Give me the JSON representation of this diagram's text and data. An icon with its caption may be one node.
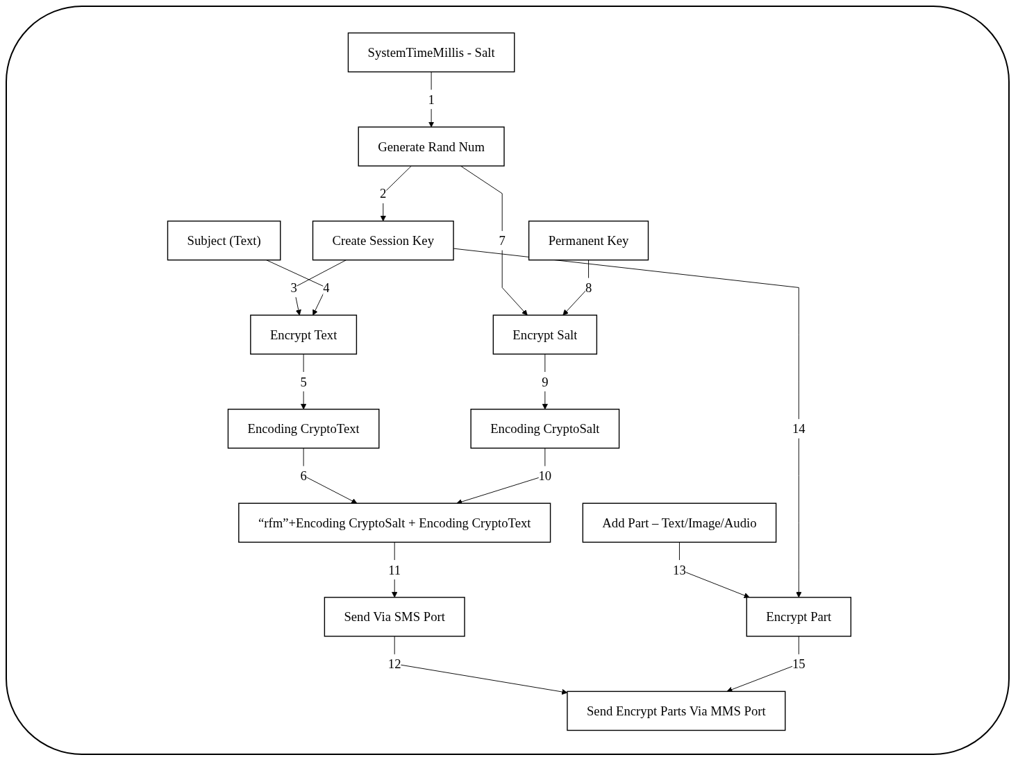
{
  "diagram": {
    "nodes": [
      {
        "text": [
          "SystemTimeMillis - Salt"
        ]
      },
      {
        "text": [
          "Subject (Text)"
        ]
      },
      {
        "text": [
          "Generate Rand Num"
        ]
      },
      {
        "text": [
          "Add Part – Text/Image/Audio"
        ]
      },
      {
        "text": [
          "Encrypt Text"
        ]
      },
      {
        "text": [
          "Create Session Key"
        ]
      },
      {
        "text": [
          "Encrypt Part"
        ]
      },
      {
        "text": [
          "Encoding CryptoText"
        ]
      },
      {
        "text": [
          "Encrypt Salt"
        ]
      },
      {
        "text": [
          "Permanent Key"
        ]
      },
      {
        "text": [
          "Encoding CryptoSalt"
        ]
      },
      {
        "text": [
          "“rfm”+Encoding CryptoSalt + Encoding CryptoText"
        ]
      },
      {
        "text": [
          "Send Via SMS Port"
        ]
      },
      {
        "text": [
          "Send Encrypt Parts Via MMS Port"
        ]
      }
    ],
    "edges": [
      {
        "from": 0,
        "to": 2,
        "arrow": "to",
        "label": "1"
      },
      {
        "from": 2,
        "to": 5,
        "arrow": "to",
        "label": "2"
      },
      {
        "from": 5,
        "to": 4,
        "arrow": "to",
        "label": "3"
      },
      {
        "from": 1,
        "to": 4,
        "arrow": "to",
        "label": "4"
      },
      {
        "from": 4,
        "to": 7,
        "arrow": "to",
        "label": "5"
      },
      {
        "from": 7,
        "to": 11,
        "arrow": "to",
        "label": "6"
      },
      {
        "from": 2,
        "to": 8,
        "arrow": "to",
        "label": "7"
      },
      {
        "from": 9,
        "to": 8,
        "arrow": "to",
        "label": "8"
      },
      {
        "from": 8,
        "to": 10,
        "arrow": "to",
        "label": "9"
      },
      {
        "from": 10,
        "to": 11,
        "arrow": "to",
        "label": "10"
      },
      {
        "from": 11,
        "to": 12,
        "arrow": "to",
        "label": "11"
      },
      {
        "from": 12,
        "to": 13,
        "arrow": "to",
        "label": "12"
      },
      {
        "from": 3,
        "to": 6,
        "arrow": "to",
        "label": "13"
      },
      {
        "from": 5,
        "to": 6,
        "arrow": "to",
        "label": "14"
      },
      {
        "from": 6,
        "to": 13,
        "arrow": "to",
        "label": "15"
      }
    ]
  }
}
